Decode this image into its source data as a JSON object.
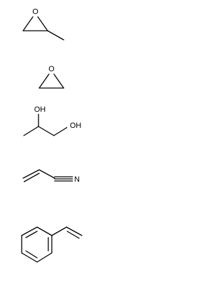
{
  "molecules": [
    {
      "id": "propylene-oxide",
      "atoms": {
        "o1": "O"
      }
    },
    {
      "id": "ethylene-oxide",
      "atoms": {
        "o1": "O"
      }
    },
    {
      "id": "propylene-glycol",
      "atoms": {
        "o1": "OH",
        "o2": "OH"
      }
    },
    {
      "id": "acrylonitrile",
      "atoms": {
        "n1": "N"
      }
    },
    {
      "id": "styrene",
      "atoms": {}
    }
  ]
}
